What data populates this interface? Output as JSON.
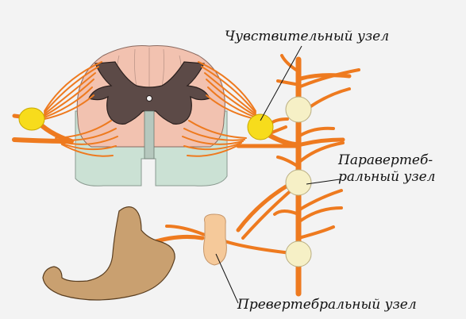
{
  "labels": {
    "sensory_ganglion": "Чувствительный узел",
    "paravertebral_line1": "Паравертеб-",
    "paravertebral_line2": "ральный узел",
    "prevertebral_ganglion": "Превертебральный узел"
  },
  "colors": {
    "nerve": "#ee7a1f",
    "gray_matter": "#5c4a47",
    "white_matter": "#f2c2b0",
    "ventral_matter": "#cbe1d4",
    "sensory_ganglion": "#f7dc1c",
    "sympathetic_ganglion": "#f6f0c6",
    "prevertebral_ganglion": "#f5c99a",
    "stomach": "#c9a070",
    "background": "#f3f3f3"
  }
}
